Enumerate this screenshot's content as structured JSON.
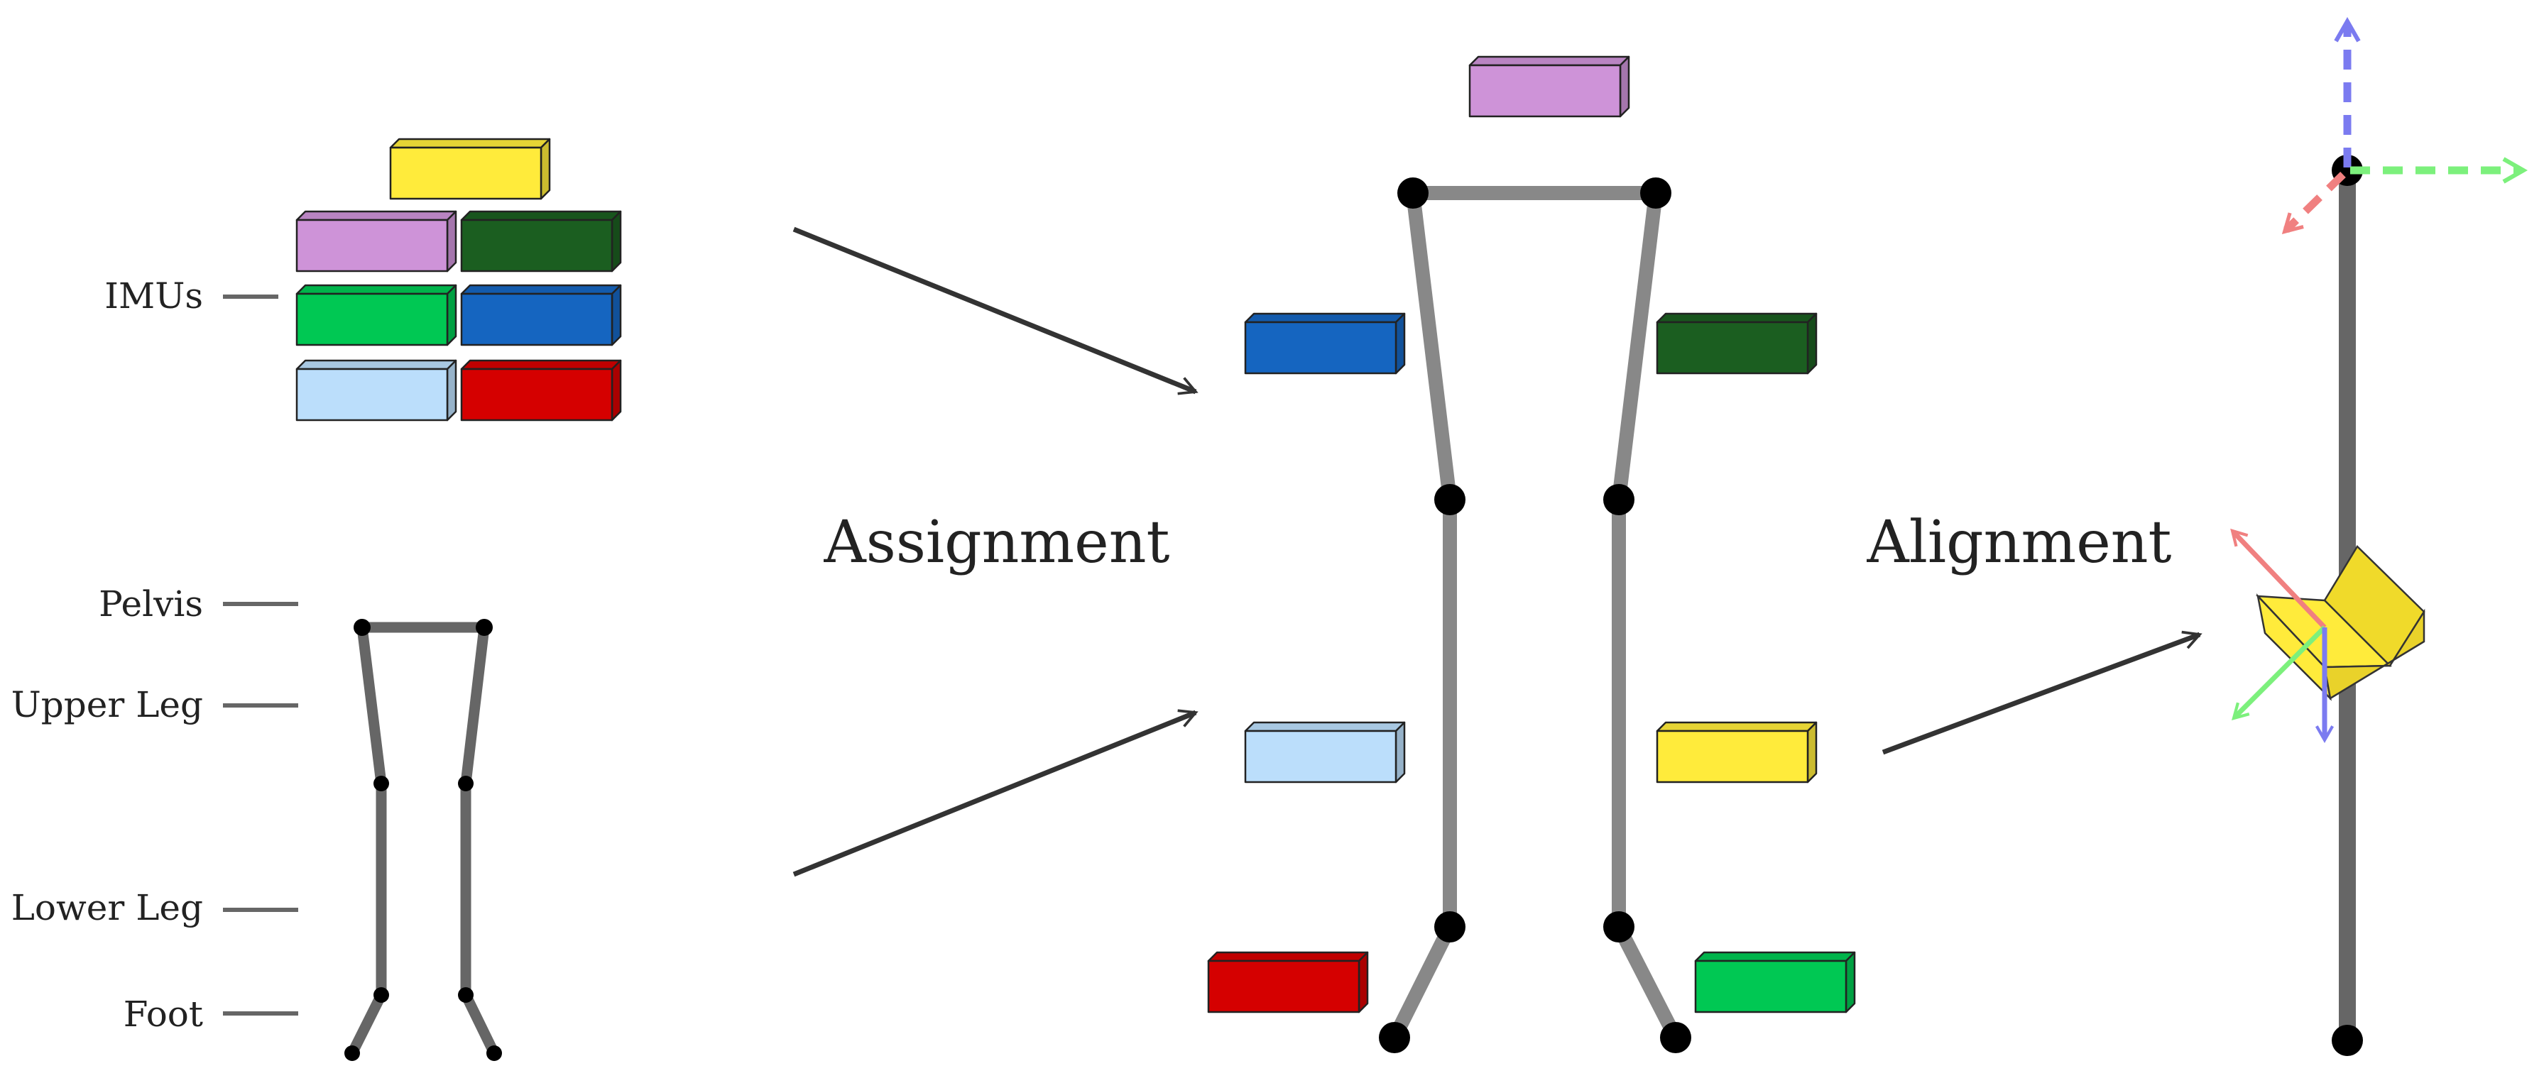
{
  "labels": {
    "imus": "IMUs",
    "pelvis": "Pelvis",
    "upper_leg": "Upper Leg",
    "lower_leg": "Lower Leg",
    "foot": "Foot",
    "assignment": "Assignment",
    "alignment": "Alignment"
  },
  "colors": {
    "yellow": "#FFEB3B",
    "purple": "#CE93D8",
    "dark_green": "#1B5E20",
    "green": "#00C853",
    "blue": "#1565C0",
    "light_blue": "#BBDEFB",
    "red": "#D50000",
    "skeleton_small": "#666666",
    "skeleton_large": "#888888",
    "arrow": "#333333",
    "axis_x": "#F08080",
    "axis_y": "#7CF07C",
    "axis_z": "#7B7BF0"
  }
}
